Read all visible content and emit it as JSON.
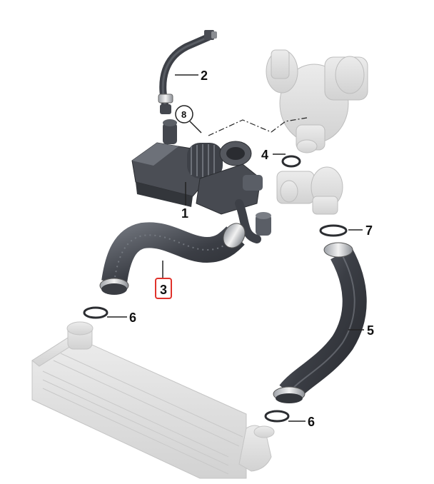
{
  "diagram": {
    "callouts": {
      "c1": "1",
      "c2": "2",
      "c3": "3",
      "c4": "4",
      "c5": "5",
      "c6a": "6",
      "c6b": "6",
      "c7": "7",
      "c8": "8"
    },
    "highlighted_part": "3",
    "colors": {
      "part_dark": "#3c3f46",
      "part_mid": "#5a5e66",
      "ghost": "#d6d6d6",
      "highlight": "#e0322b",
      "leader": "#222222"
    }
  }
}
